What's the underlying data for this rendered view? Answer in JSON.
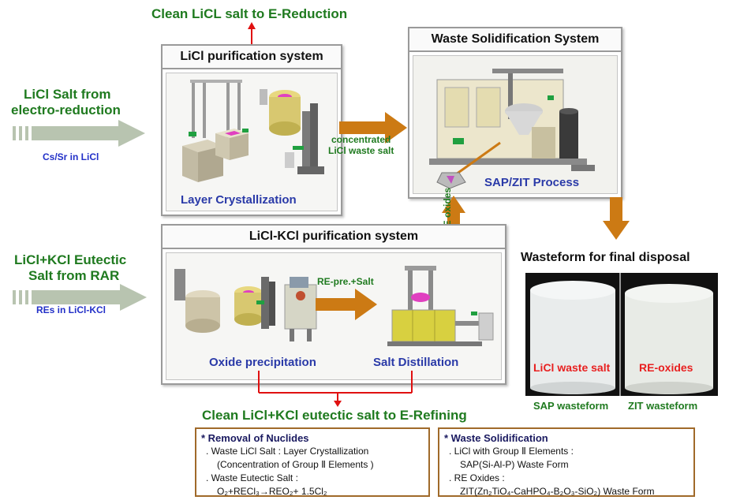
{
  "top_output": "Clean LiCL salt to E-Reduction",
  "bottom_output": "Clean LiCl+KCl eutectic salt to E-Refining",
  "input1": {
    "title_line1": "LiCl Salt from",
    "title_line2": "electro-reduction",
    "sub": "Cs/Sr in LiCl"
  },
  "input2": {
    "title_line1": "LiCl+KCl Eutectic",
    "title_line2": "Salt from RAR",
    "sub": "REs in LiCl-KCl"
  },
  "licl_system": {
    "title": "LiCl purification system",
    "caption": "Layer Crystallization"
  },
  "waste_system": {
    "title": "Waste Solidification System",
    "caption": "SAP/ZIT Process"
  },
  "eutectic_system": {
    "title": "LiCl-KCl purification system",
    "caption_left": "Oxide precipitation",
    "caption_right": "Salt Distillation"
  },
  "arrows": {
    "concentrated_line1": "concentrated",
    "concentrated_line2": "LiCl waste salt",
    "re_oxides": "RE oxides",
    "re_pre_salt": "RE-pre.+Salt"
  },
  "wasteform": {
    "title": "Wasteform for final disposal",
    "left_label": "LiCl waste salt",
    "right_label": "RE-oxides",
    "left_caption": "SAP wasteform",
    "right_caption": "ZIT wasteform"
  },
  "removal_box": {
    "heading": "* Removal of Nuclides",
    "line1": ". Waste LiCl  Salt : Layer Crystallization",
    "line2": "(Concentration  of Group  Ⅱ Elements )",
    "line3": ". Waste Eutectic Salt :",
    "line4": "O₂+RECl₃→REO₂+ 1.5Cl₂"
  },
  "solidification_box": {
    "heading": "* Waste Solidification",
    "line1": ". LiCl with Group  Ⅱ Elements  :",
    "line2": "SAP(Si-Al-P) Waste Form",
    "line3": ". RE Oxides :",
    "line4": "ZIT(Zn₂TiO₄-CaHPO₄-B₂O₃-SiO₂)  Waste Form"
  },
  "colors": {
    "accent_orange": "#cc7a14",
    "title_green": "#1f7a1f",
    "label_blue": "#2230c8",
    "arrow_red": "#e01010",
    "panel_border": "#9a9a9a"
  }
}
